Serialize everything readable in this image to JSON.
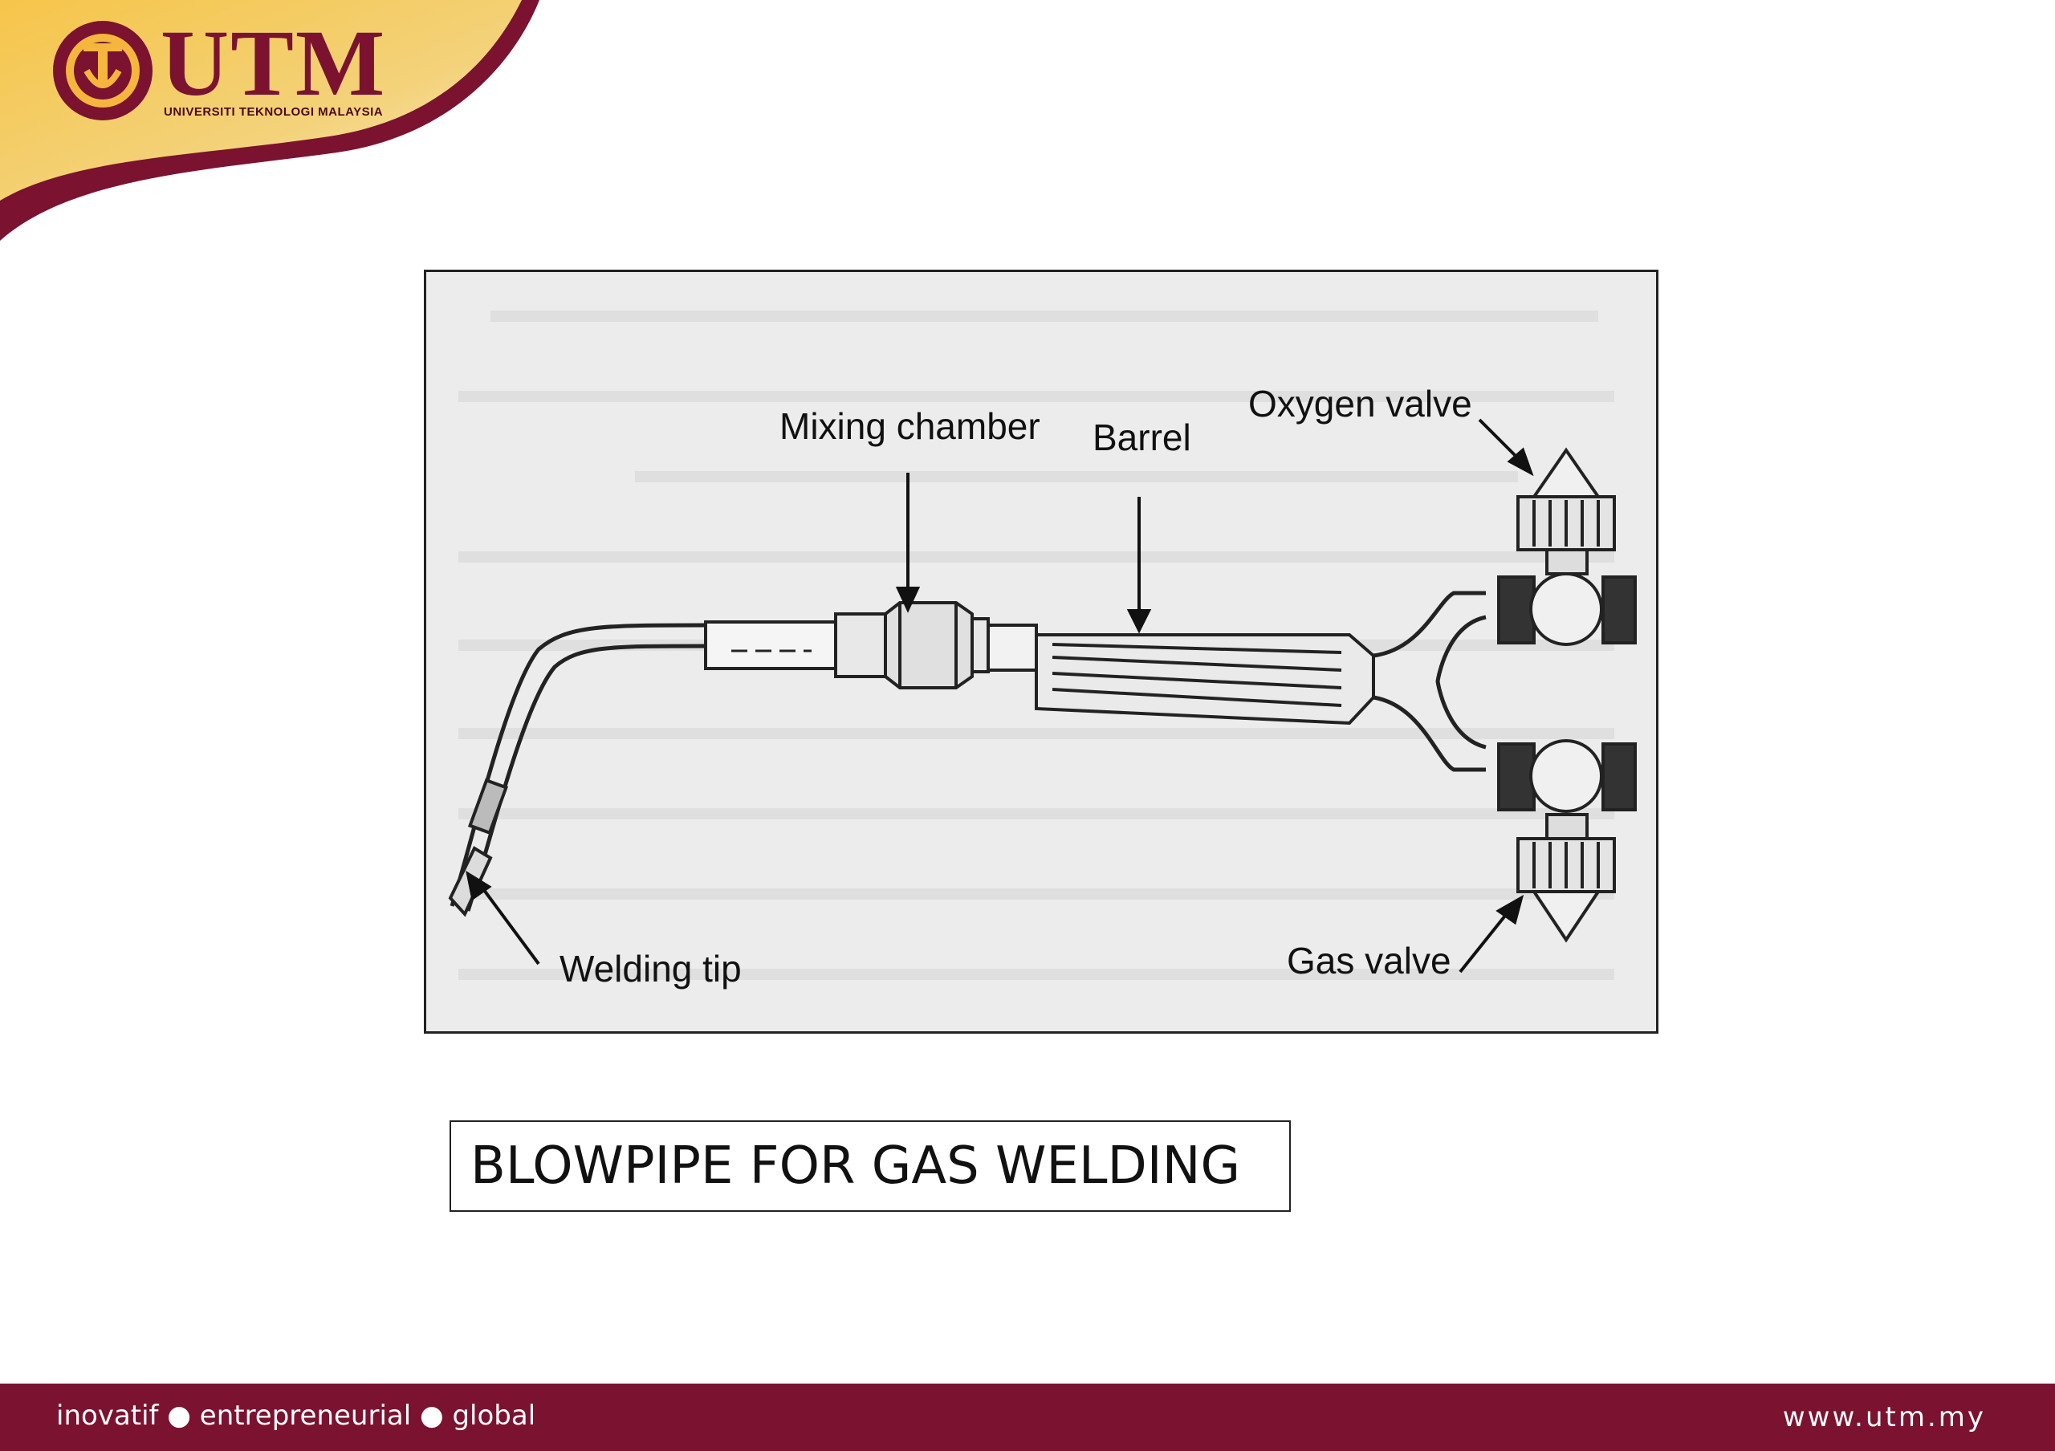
{
  "brand": {
    "name": "UTM",
    "subtitle": "UNIVERSITI TEKNOLOGI MALAYSIA",
    "primary_color": "#7b1230",
    "accent_color": "#f2b233"
  },
  "figure": {
    "labels": {
      "mixing_chamber": "Mixing chamber",
      "barrel": "Barrel",
      "oxygen_valve": "Oxygen valve",
      "welding_tip": "Welding tip",
      "gas_valve": "Gas valve"
    }
  },
  "caption": "BLOWPIPE FOR GAS WELDING",
  "footer": {
    "tagline": "inovatif ● entrepreneurial ● global",
    "url": "www.utm.my"
  }
}
